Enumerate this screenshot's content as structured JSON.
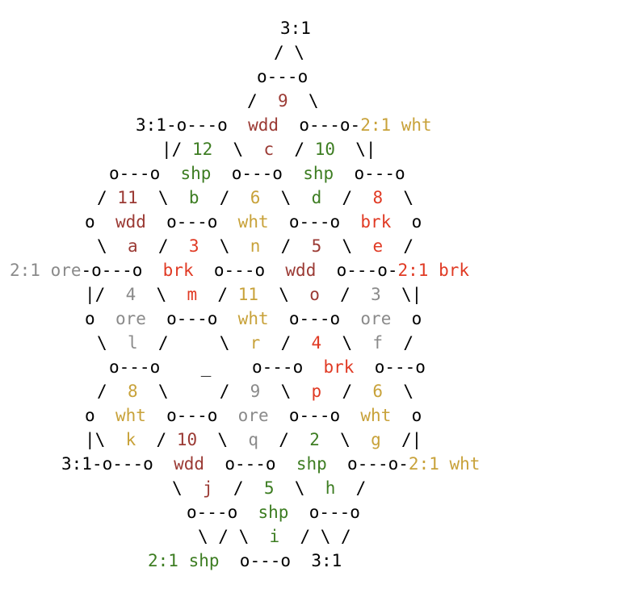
{
  "colors": {
    "wdd": "#9b3a34",
    "shp": "#3d7d22",
    "wht": "#c8a23a",
    "brk": "#e03a24",
    "ore": "#8a8a8a",
    "generic_port": "#000000"
  },
  "board": {
    "lines": [
      [
        [
          "        ",
          "k"
        ],
        [
          "3:1",
          "k"
        ]
      ],
      [
        [
          "        ",
          "k"
        ],
        [
          "/ \\",
          "k"
        ]
      ],
      [
        [
          "       ",
          "k"
        ],
        [
          "o---o",
          "k"
        ]
      ],
      [
        [
          "      ",
          "k"
        ],
        [
          "/  ",
          "k"
        ],
        [
          "9",
          "wdd"
        ],
        [
          "  \\",
          "k"
        ]
      ],
      [
        [
          "  ",
          "k"
        ],
        [
          "3:1",
          "k"
        ],
        [
          "-o---o  ",
          "k"
        ],
        [
          "wdd",
          "wdd"
        ],
        [
          "  o---o-",
          "k"
        ],
        [
          "2:1 wht",
          "wht"
        ]
      ],
      [
        [
          "     ",
          "k"
        ],
        [
          "|/ ",
          "k"
        ],
        [
          "12",
          "shp"
        ],
        [
          "  \\  ",
          "k"
        ],
        [
          "c",
          "wdd"
        ],
        [
          "  / ",
          "k"
        ],
        [
          "10",
          "shp"
        ],
        [
          "  \\|",
          "k"
        ]
      ],
      [
        [
          "   ",
          "k"
        ],
        [
          "o---o  ",
          "k"
        ],
        [
          "shp",
          "shp"
        ],
        [
          "  o---o  ",
          "k"
        ],
        [
          "shp",
          "shp"
        ],
        [
          "  o---o",
          "k"
        ]
      ],
      [
        [
          "  ",
          "k"
        ],
        [
          "/ ",
          "k"
        ],
        [
          "11",
          "wdd"
        ],
        [
          "  \\  ",
          "k"
        ],
        [
          "b",
          "shp"
        ],
        [
          "  /  ",
          "k"
        ],
        [
          "6",
          "wht"
        ],
        [
          "  \\  ",
          "k"
        ],
        [
          "d",
          "shp"
        ],
        [
          "  /  ",
          "k"
        ],
        [
          "8",
          "brk"
        ],
        [
          "  \\",
          "k"
        ]
      ],
      [
        [
          " ",
          "k"
        ],
        [
          "o  ",
          "k"
        ],
        [
          "wdd",
          "wdd"
        ],
        [
          "  o---o  ",
          "k"
        ],
        [
          "wht",
          "wht"
        ],
        [
          "  o---o  ",
          "k"
        ],
        [
          "brk",
          "brk"
        ],
        [
          "  o",
          "k"
        ]
      ],
      [
        [
          "  ",
          "k"
        ],
        [
          "\\  ",
          "k"
        ],
        [
          "a",
          "wdd"
        ],
        [
          "  /  ",
          "k"
        ],
        [
          "3",
          "brk"
        ],
        [
          "  \\  ",
          "k"
        ],
        [
          "n",
          "wht"
        ],
        [
          "  /  ",
          "k"
        ],
        [
          "5",
          "wdd"
        ],
        [
          "  \\  ",
          "k"
        ],
        [
          "e",
          "brk"
        ],
        [
          "  /",
          "k"
        ]
      ],
      [
        [
          "",
          "k"
        ],
        [
          "2:1 ore",
          "ore"
        ],
        [
          "-o---o  ",
          "k"
        ],
        [
          "brk",
          "brk"
        ],
        [
          "  o---o  ",
          "k"
        ],
        [
          "wdd",
          "wdd"
        ],
        [
          "  o---o-",
          "k"
        ],
        [
          "2:1 brk",
          "brk"
        ]
      ],
      [
        [
          "  ",
          "k"
        ],
        [
          "|/  ",
          "k"
        ],
        [
          "4",
          "ore"
        ],
        [
          "  \\  ",
          "k"
        ],
        [
          "m",
          "brk"
        ],
        [
          "  / ",
          "k"
        ],
        [
          "11",
          "wht"
        ],
        [
          "  \\  ",
          "k"
        ],
        [
          "o",
          "wdd"
        ],
        [
          "  /  ",
          "k"
        ],
        [
          "3",
          "ore"
        ],
        [
          "  \\|",
          "k"
        ]
      ],
      [
        [
          " ",
          "k"
        ],
        [
          "o  ",
          "k"
        ],
        [
          "ore",
          "ore"
        ],
        [
          "  o---o  ",
          "k"
        ],
        [
          "wht",
          "wht"
        ],
        [
          "  o---o  ",
          "k"
        ],
        [
          "ore",
          "ore"
        ],
        [
          "  o",
          "k"
        ]
      ],
      [
        [
          "  ",
          "k"
        ],
        [
          "\\  ",
          "k"
        ],
        [
          "l",
          "ore"
        ],
        [
          "  /     \\  ",
          "k"
        ],
        [
          "r",
          "wht"
        ],
        [
          "  /  ",
          "k"
        ],
        [
          "4",
          "brk"
        ],
        [
          "  \\  ",
          "k"
        ],
        [
          "f",
          "ore"
        ],
        [
          "  /",
          "k"
        ]
      ],
      [
        [
          "   ",
          "k"
        ],
        [
          "o---o    _    o---o  ",
          "k"
        ],
        [
          "brk",
          "brk"
        ],
        [
          "  o---o",
          "k"
        ]
      ],
      [
        [
          "  ",
          "k"
        ],
        [
          "/  ",
          "k"
        ],
        [
          "8",
          "wht"
        ],
        [
          "  \\     /  ",
          "k"
        ],
        [
          "9",
          "ore"
        ],
        [
          "  \\  ",
          "k"
        ],
        [
          "p",
          "brk"
        ],
        [
          "  /  ",
          "k"
        ],
        [
          "6",
          "wht"
        ],
        [
          "  \\",
          "k"
        ]
      ],
      [
        [
          " ",
          "k"
        ],
        [
          "o  ",
          "k"
        ],
        [
          "wht",
          "wht"
        ],
        [
          "  o---o  ",
          "k"
        ],
        [
          "ore",
          "ore"
        ],
        [
          "  o---o  ",
          "k"
        ],
        [
          "wht",
          "wht"
        ],
        [
          "  o",
          "k"
        ]
      ],
      [
        [
          "  ",
          "k"
        ],
        [
          "|\\  ",
          "k"
        ],
        [
          "k",
          "wht"
        ],
        [
          "  / ",
          "k"
        ],
        [
          "10",
          "wdd"
        ],
        [
          "  \\  ",
          "k"
        ],
        [
          "q",
          "ore"
        ],
        [
          "  /  ",
          "k"
        ],
        [
          "2",
          "shp"
        ],
        [
          "  \\  ",
          "k"
        ],
        [
          "g",
          "wht"
        ],
        [
          "  /|",
          "k"
        ]
      ],
      [
        [
          "  ",
          "k"
        ],
        [
          "3:1",
          "k"
        ],
        [
          "-o---o  ",
          "k"
        ],
        [
          "wdd",
          "wdd"
        ],
        [
          "  o---o  ",
          "k"
        ],
        [
          "shp",
          "shp"
        ],
        [
          "  o---o-",
          "k"
        ],
        [
          "2:1 wht",
          "wht"
        ]
      ],
      [
        [
          "     ",
          "k"
        ],
        [
          "\\  ",
          "k"
        ],
        [
          "j",
          "wdd"
        ],
        [
          "  /  ",
          "k"
        ],
        [
          "5",
          "shp"
        ],
        [
          "  \\  ",
          "k"
        ],
        [
          "h",
          "shp"
        ],
        [
          "  /",
          "k"
        ]
      ],
      [
        [
          "      ",
          "k"
        ],
        [
          "o---o  ",
          "k"
        ],
        [
          "shp",
          "shp"
        ],
        [
          "  o---o",
          "k"
        ]
      ],
      [
        [
          "       ",
          "k"
        ],
        [
          "\\ / \\  ",
          "k"
        ],
        [
          "i",
          "shp"
        ],
        [
          "  / \\ /",
          "k"
        ]
      ],
      [
        [
          "    ",
          "k"
        ],
        [
          "2:1 shp",
          "shp"
        ],
        [
          "  o---o  ",
          "k"
        ],
        [
          "3:1",
          "k"
        ]
      ]
    ]
  }
}
